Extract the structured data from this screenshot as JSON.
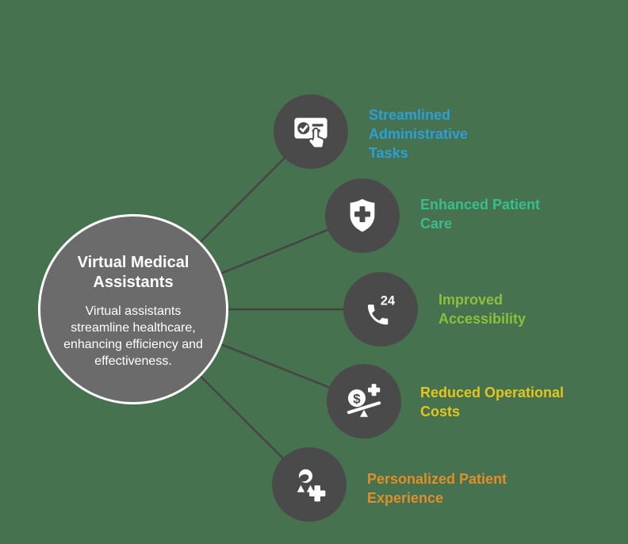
{
  "background_color": "#47724f",
  "line_color": "#454545",
  "node_fill": "#4a4a4a",
  "hub": {
    "title": "Virtual Medical Assistants",
    "description": "Virtual assistants streamline healthcare, enhancing efficiency and effectiveness.",
    "fill": "#6b6b6b",
    "border_color": "#ffffff",
    "text_color": "#ffffff"
  },
  "branches": [
    {
      "label": "Streamlined Administrative Tasks",
      "color": "#2d9fd6",
      "icon": "task-card-hand-icon"
    },
    {
      "label": "Enhanced Patient Care",
      "color": "#3bbc8e",
      "icon": "shield-cross-icon"
    },
    {
      "label": "Improved Accessibility",
      "color": "#8cc03c",
      "icon": "phone-24-icon",
      "icon_badge": "24"
    },
    {
      "label": "Reduced Operational Costs",
      "color": "#e3c51c",
      "icon": "cost-balance-icon",
      "icon_symbol": "$"
    },
    {
      "label": "Personalized Patient Experience",
      "color": "#de8f2d",
      "icon": "patient-plus-icon"
    }
  ]
}
